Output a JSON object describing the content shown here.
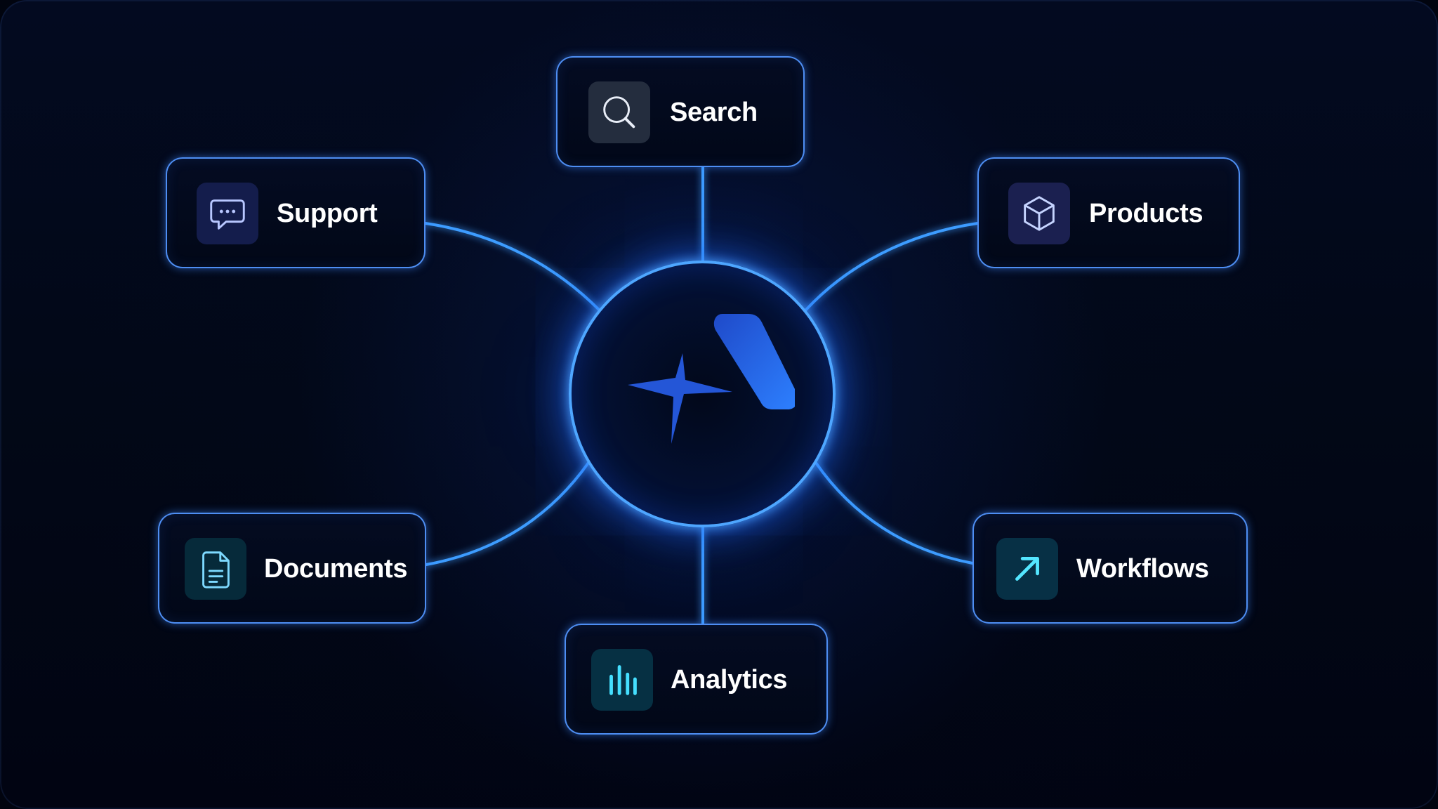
{
  "diagram": {
    "center": {
      "icon": "a-star-logo-icon"
    },
    "nodes": [
      {
        "id": "search",
        "label": "Search",
        "icon": "search-icon",
        "accent": "#e9eef8"
      },
      {
        "id": "support",
        "label": "Support",
        "icon": "chat-bubble-icon",
        "accent": "#b8c7ff"
      },
      {
        "id": "products",
        "label": "Products",
        "icon": "box-icon",
        "accent": "#c6d4ff"
      },
      {
        "id": "documents",
        "label": "Documents",
        "icon": "document-icon",
        "accent": "#7dd9ff"
      },
      {
        "id": "workflows",
        "label": "Workflows",
        "icon": "arrow-up-right-icon",
        "accent": "#54e6ff"
      },
      {
        "id": "analytics",
        "label": "Analytics",
        "icon": "bar-chart-icon",
        "accent": "#45dfff"
      }
    ],
    "colors": {
      "background": "#01040f",
      "connector": "#3c9cff",
      "card_border": "#4f93ff",
      "logo_blue": "#2a73ff"
    }
  }
}
